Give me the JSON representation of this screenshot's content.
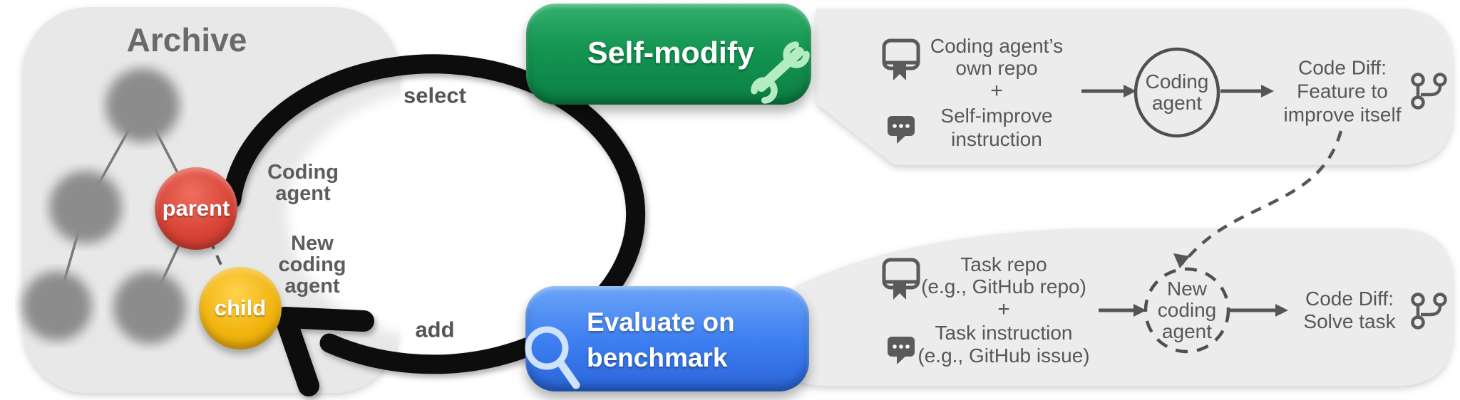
{
  "colors": {
    "badge_green": "#149552",
    "badge_blue": "#3d7ff0",
    "parent_red": "#d94436",
    "child_yellow": "#f1b40f",
    "loop_black": "#0a0a0a",
    "panel_gray": "#ececec",
    "text_gray": "#575757"
  },
  "archive": {
    "title": "Archive",
    "parent_label": "parent",
    "child_label": "child",
    "parent_annotation": "Coding\nagent",
    "child_annotation": "New\ncoding\nagent"
  },
  "loop": {
    "select_label": "select",
    "add_label": "add"
  },
  "badges": {
    "self_modify": {
      "label": "Self-modify",
      "icon": "wrench-icon"
    },
    "evaluate": {
      "label": "Evaluate on\nbenchmark",
      "icon": "magnifier-icon"
    }
  },
  "self_modify_flow": {
    "inputs": {
      "repo": "Coding agent’s\nown repo",
      "plus": "+",
      "instruction": "Self-improve\ninstruction"
    },
    "agent": "Coding\nagent",
    "output": "Code Diff:\nFeature to\nimprove itself",
    "icons": {
      "repo": "repo-book-icon",
      "instruction": "chat-bubble-icon",
      "output": "git-fork-icon"
    }
  },
  "evaluate_flow": {
    "inputs": {
      "repo": "Task repo\n(e.g., GitHub repo)",
      "plus": "+",
      "instruction": "Task instruction\n(e.g., GitHub issue)"
    },
    "agent": "New\ncoding\nagent",
    "output": "Code Diff:\nSolve task",
    "icons": {
      "repo": "repo-book-icon",
      "instruction": "chat-bubble-icon",
      "output": "git-fork-icon"
    }
  }
}
